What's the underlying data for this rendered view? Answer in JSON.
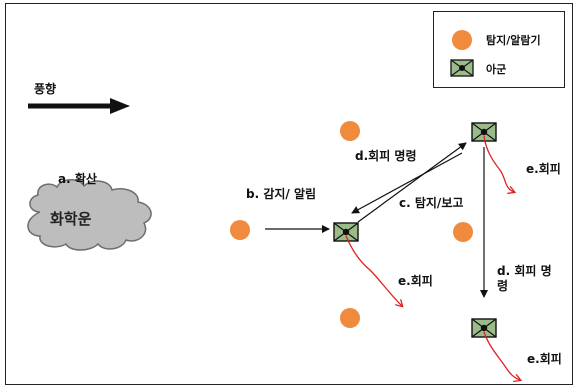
{
  "legend": {
    "detector_label": "탐지/알람기",
    "friendly_label": "아군"
  },
  "wind": {
    "label": "풍향"
  },
  "cloud": {
    "label": "화학운"
  },
  "steps": {
    "a": "a. 확산",
    "b": "b. 감지/ 알림",
    "c": "c. 탐지/보고",
    "d1": "d.회피 명령",
    "d2_line1": "d. 회피 명",
    "d2_line2": "령",
    "e1": "e.회피",
    "e2": "e.회피",
    "e3": "e.회피"
  },
  "colors": {
    "detector": "#F08A3C",
    "friendly_fill": "#9BBB8A",
    "evade_arrow": "#E02020",
    "cloud": "#BDBDBD"
  }
}
